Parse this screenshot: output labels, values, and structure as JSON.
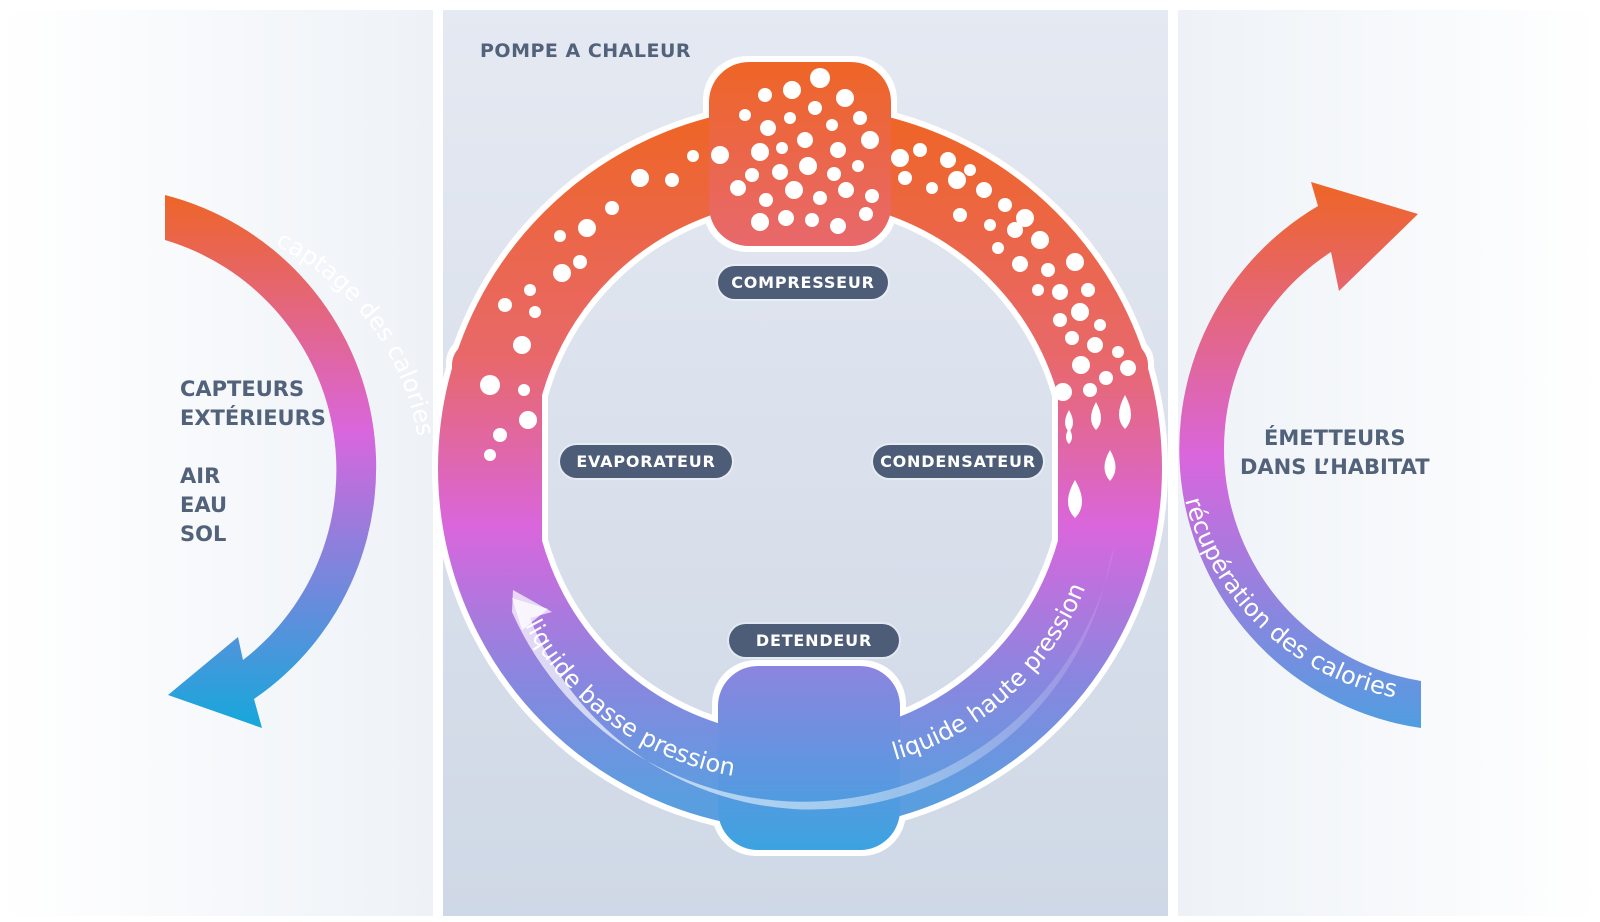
{
  "title": "POMPE A CHALEUR",
  "left": {
    "lines": [
      "CAPTEURS",
      "EXTÉRIEURS",
      "",
      "AIR",
      "EAU",
      "SOL"
    ],
    "arc_label": "captage  des calories"
  },
  "right": {
    "lines": [
      "ÉMETTEURS",
      "DANS L’HABITAT"
    ],
    "arc_label": "récupération  des calories"
  },
  "components": {
    "compresseur": "COMPRESSEUR",
    "evaporateur": "EVAPORATEUR",
    "condensateur": "CONDENSATEUR",
    "detendeur": "DETENDEUR"
  },
  "flow": {
    "low_pressure": "liquide basse pression",
    "high_pressure": "liquide haute pression"
  },
  "colors": {
    "hot": "#ee6527",
    "warm": "#e8686b",
    "magenta": "#d966dd",
    "violet": "#8a86df",
    "cold": "#1aa6db",
    "label_bg": "#4e5d77",
    "text": "#52627a"
  }
}
